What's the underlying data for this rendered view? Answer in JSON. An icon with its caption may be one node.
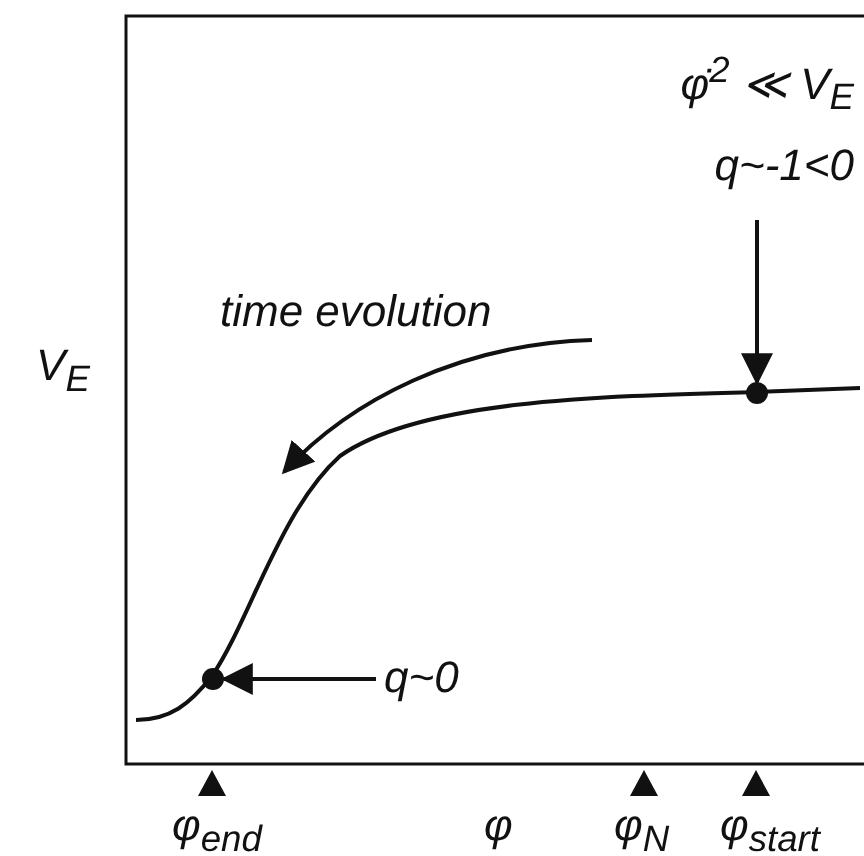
{
  "diagram": {
    "nodes": [
      {
        "text": [
          "φ̇$^{2}$ ≪ V$_{E}$",
          "q~-1<0"
        ]
      },
      {
        "text": [],
        "shape": "circle"
      },
      {
        "text": [],
        "shape": "circle"
      },
      {
        "text": [
          "q~0"
        ]
      }
    ],
    "edges": [
      {
        "from": 0,
        "to": 1,
        "arrow": "to"
      },
      {
        "from": 3,
        "to": 2,
        "arrow": "to"
      }
    ],
    "labels": [
      "time evolution",
      "V$_{E}$",
      "φ$_{end}$",
      "φ",
      "φ$_{N}$",
      "φ$_{start}$"
    ]
  }
}
